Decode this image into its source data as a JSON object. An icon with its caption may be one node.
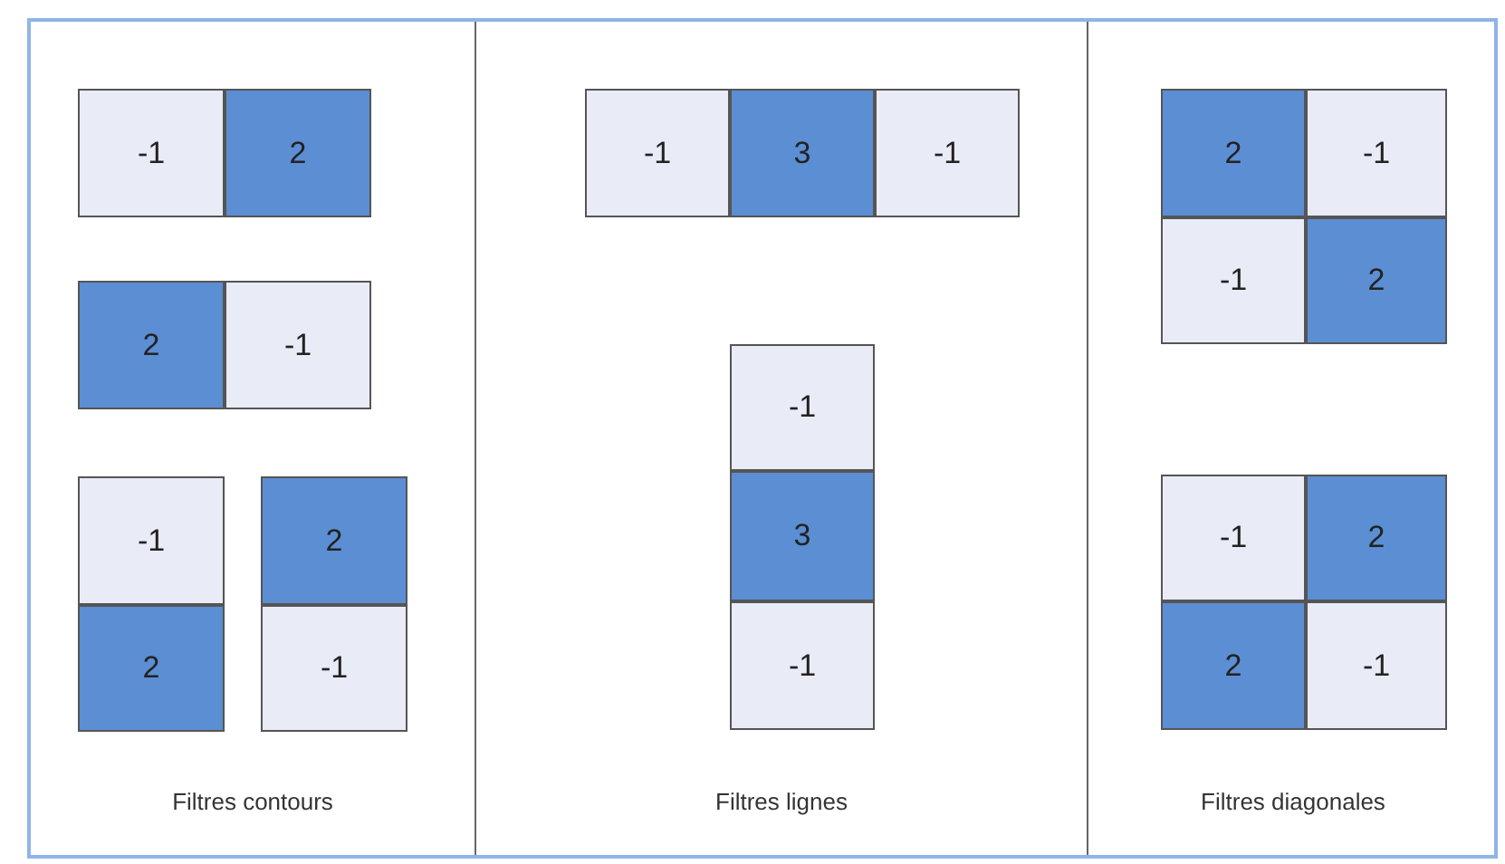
{
  "diagram": {
    "nodes": [
      {
        "text": [
          "Filtres contours"
        ]
      },
      {
        "text": [
          "-1"
        ],
        "in": 0
      },
      {
        "text": [
          "2"
        ],
        "in": 0
      },
      {
        "text": [
          "2"
        ],
        "in": 0
      },
      {
        "text": [
          "-1"
        ],
        "in": 0
      },
      {
        "text": [
          "-1"
        ],
        "in": 0
      },
      {
        "text": [
          "2"
        ],
        "in": 0
      },
      {
        "text": [
          "2"
        ],
        "in": 0
      },
      {
        "text": [
          "-1"
        ],
        "in": 0
      },
      {
        "text": [
          "Filtres lignes"
        ]
      },
      {
        "text": [
          "-1"
        ],
        "in": 9
      },
      {
        "text": [
          "3"
        ],
        "in": 9
      },
      {
        "text": [
          "-1"
        ],
        "in": 9
      },
      {
        "text": [
          "-1"
        ],
        "in": 9
      },
      {
        "text": [
          "3"
        ],
        "in": 9
      },
      {
        "text": [
          "-1"
        ],
        "in": 9
      },
      {
        "text": [
          "Filtres diagonales"
        ]
      },
      {
        "text": [
          "2"
        ],
        "in": 16
      },
      {
        "text": [
          "-1"
        ],
        "in": 16
      },
      {
        "text": [
          "-1"
        ],
        "in": 16
      },
      {
        "text": [
          "2"
        ],
        "in": 16
      },
      {
        "text": [
          "-1"
        ],
        "in": 16
      },
      {
        "text": [
          "2"
        ],
        "in": 16
      },
      {
        "text": [
          "2"
        ],
        "in": 16
      },
      {
        "text": [
          "-1"
        ],
        "in": 16
      }
    ]
  }
}
